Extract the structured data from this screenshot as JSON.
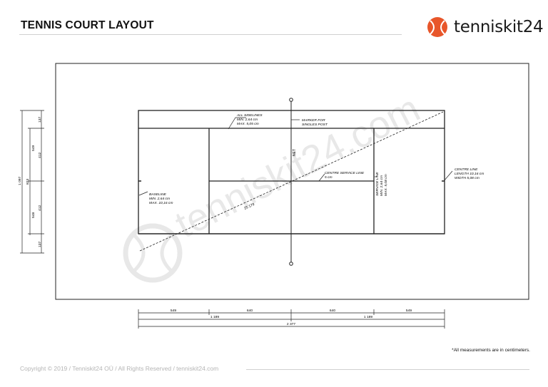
{
  "header": {
    "title": "TENNIS COURT LAYOUT",
    "logo_text": "tenniskit24",
    "logo_color": "#e8562a"
  },
  "watermark": {
    "text": "tenniskit24.com"
  },
  "diagram": {
    "labels": {
      "net": "NET",
      "diagonal": "25 179",
      "all_sidelines": [
        "ALL SIDELINES",
        "MIN. 2,64 cm",
        "MAX. 5,05 cm"
      ],
      "marker": [
        "MARKER FOR",
        "SINGLES POST"
      ],
      "centre_service_line": [
        "CENTRE SERVICE LINE",
        "5 cm"
      ],
      "baseline": [
        "BASELINE",
        "MIN. 2,64 cm",
        "MAX. 10,16 cm"
      ],
      "service_line": [
        "SERVICE LINE",
        "MIN. 2,64 cm",
        "MAX. 5,08 cm"
      ],
      "centre_line": [
        "CENTRE LINE",
        "LENGTH 10,16 cm",
        "WIDTH 5,08 cm"
      ]
    },
    "left_dimensions": {
      "total": "1 097",
      "singles": "823",
      "half_upper": "549",
      "half_lower": "548",
      "alley_top": "137",
      "service_upper": "412",
      "service_lower": "412",
      "alley_bottom": "137"
    },
    "bottom_dimensions": {
      "row1": [
        "549",
        "640",
        "640",
        "549"
      ],
      "row2": [
        "1 189",
        "1 189"
      ],
      "row3": "2 377"
    }
  },
  "footer": {
    "note": "*All measurements are in centimeters.",
    "copyright": "Copyright © 2019 / Tenniskit24 OÜ / All Rights Reserved / tenniskit24.com"
  }
}
